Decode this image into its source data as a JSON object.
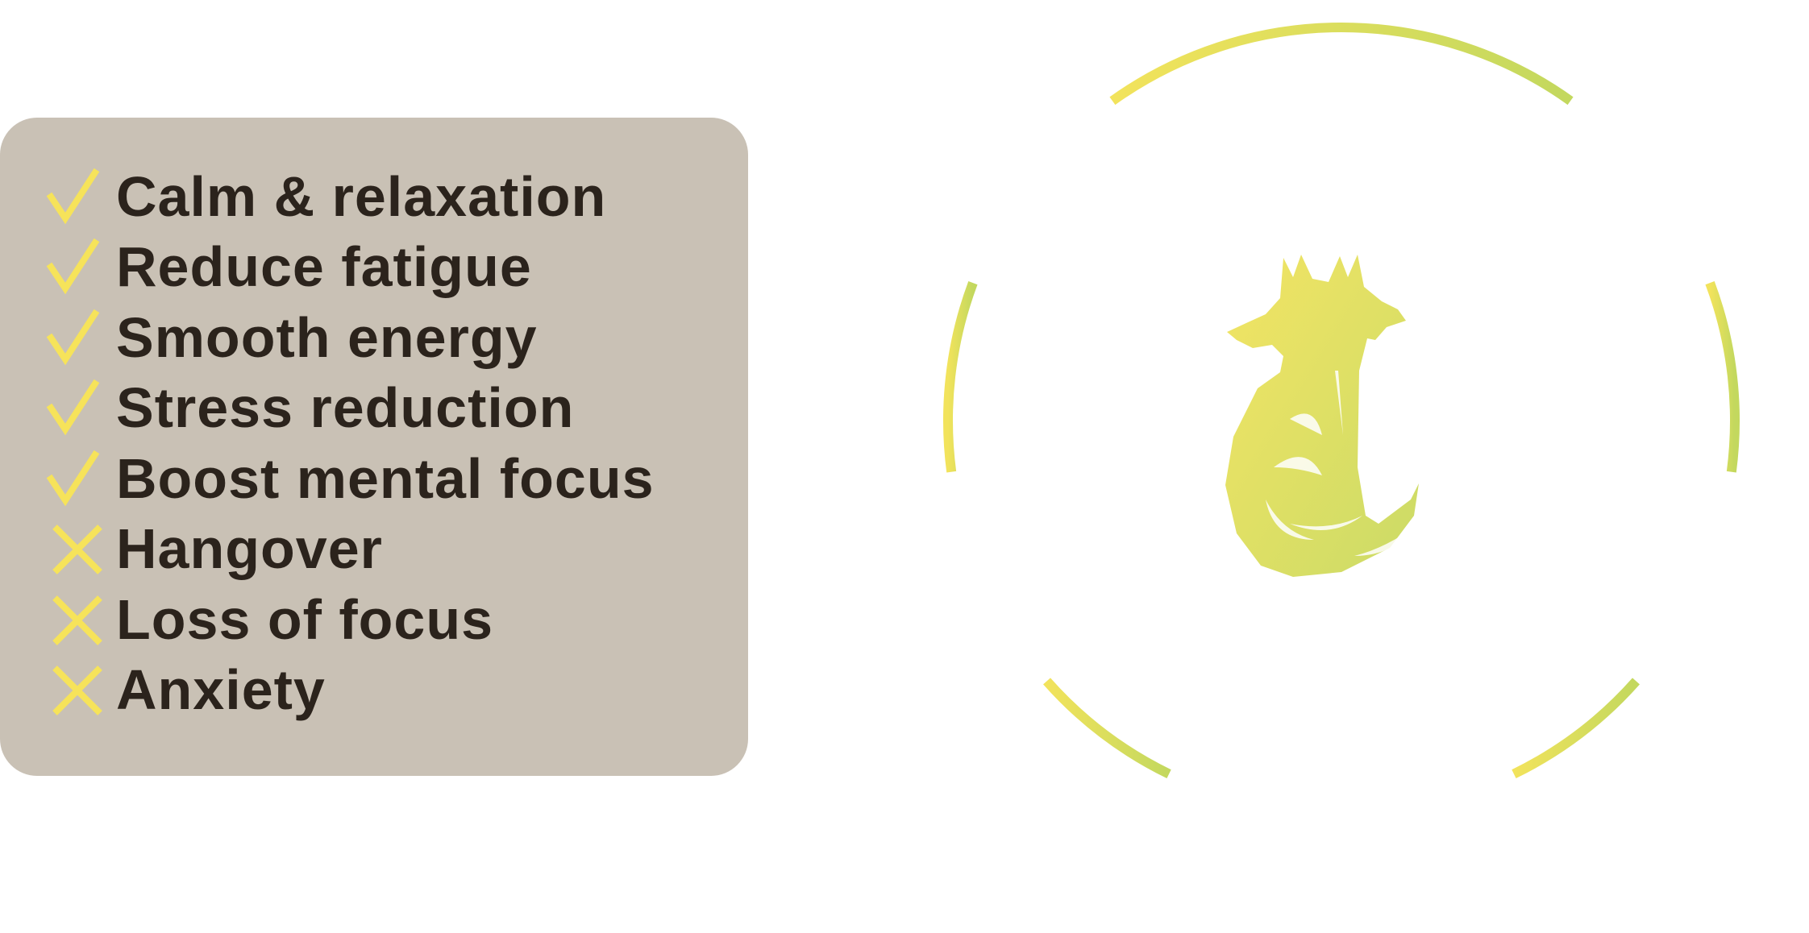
{
  "benefits": [
    {
      "label": "Calm & relaxation",
      "type": "check"
    },
    {
      "label": "Reduce fatigue",
      "type": "check"
    },
    {
      "label": "Smooth energy",
      "type": "check"
    },
    {
      "label": "Stress reduction",
      "type": "check"
    },
    {
      "label": "Boost mental focus",
      "type": "check"
    },
    {
      "label": "Hangover",
      "type": "cross"
    },
    {
      "label": "Loss of focus",
      "type": "cross"
    },
    {
      "label": "Anxiety",
      "type": "cross"
    }
  ],
  "colors": {
    "panel": "#c9c1b5",
    "text": "#2b231c",
    "mark": "#f6e35a",
    "ring_start": "#f2e35c",
    "ring_end": "#c3d85e"
  },
  "emblem": {
    "icon": "two-headed-fox-icon"
  }
}
